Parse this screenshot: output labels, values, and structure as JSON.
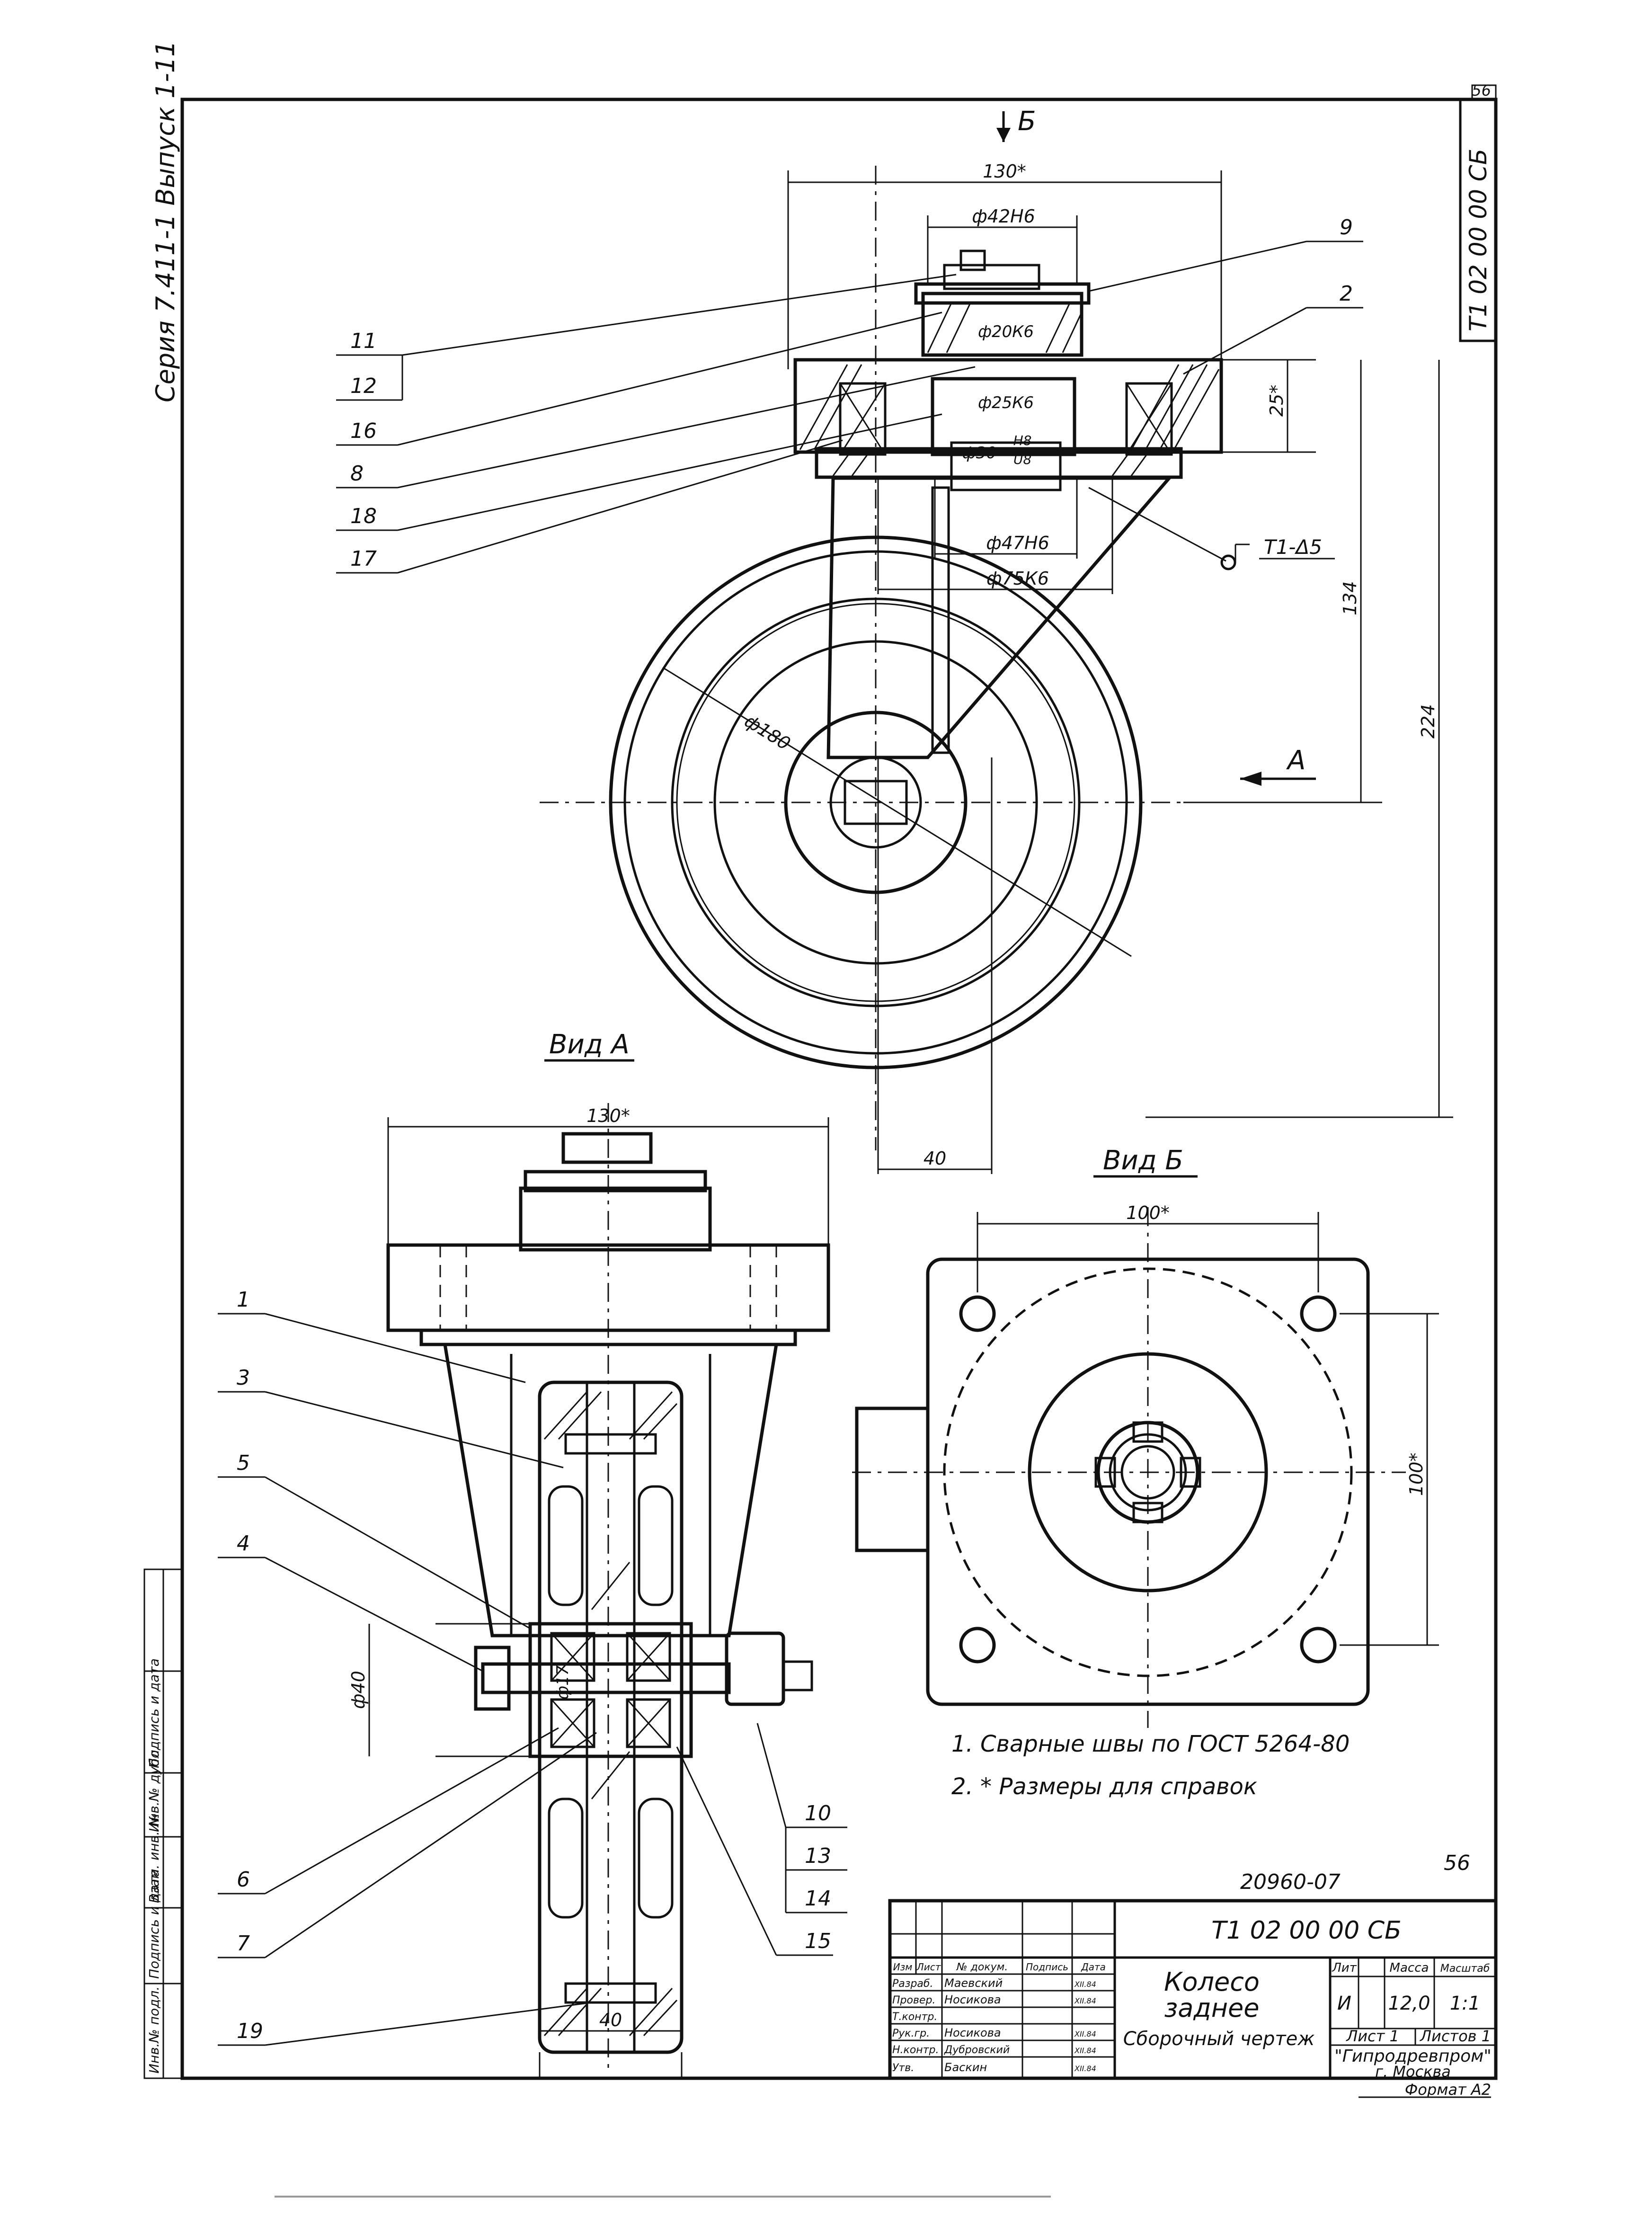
{
  "drawing": {
    "page_number": "56",
    "series": "Серия 7.411-1  Выпуск 1-11",
    "code_vertical": "Т1 02 00 00 СБ",
    "archive_number": "20960-07",
    "archive_page": "56",
    "format": "Формат А2"
  },
  "section_marks": {
    "b": "Б",
    "a": "А"
  },
  "views": {
    "view_a": "Вид А",
    "view_b": "Вид Б"
  },
  "dimensions": {
    "top_width": "130*",
    "d42": "ф42Н6",
    "d20": "ф20К6",
    "d25": "ф25К6",
    "d30": "ф30",
    "d30_fit_top": "Н8",
    "d30_fit_bottom": "U8",
    "d47": "ф47Н6",
    "d75": "ф75К6",
    "d180": "ф180",
    "h25": "25*",
    "h134": "134",
    "h224": "224",
    "w40_top": "40",
    "weld": "Т1-Δ5",
    "va_width": "130*",
    "va_d40": "ф40",
    "va_d17": "ф17",
    "va_w40": "40",
    "vb_w100": "100*",
    "vb_h100": "100*"
  },
  "callouts": [
    "1",
    "2",
    "3",
    "4",
    "5",
    "6",
    "7",
    "8",
    "9",
    "10",
    "11",
    "12",
    "13",
    "14",
    "15",
    "16",
    "17",
    "18",
    "19"
  ],
  "notes": [
    "1. Сварные швы по ГОСТ 5264-80",
    "2. * Размеры для справок"
  ],
  "title_block": {
    "designation": "Т1 02 00 00 СБ",
    "title_line1": "Колесо",
    "title_line2": "заднее",
    "doc_type": "Сборочный чертеж",
    "hdr_lit": "Лит",
    "hdr_mass": "Масса",
    "hdr_scale": "Масштаб",
    "lit": "И",
    "mass": "12,0",
    "scale": "1:1",
    "sheet": "Лист 1",
    "sheets": "Листов 1",
    "org_line1": "\"Гипродревпром\"",
    "org_line2": "г. Москва",
    "hdr_izm": "Изм",
    "hdr_list": "Лист",
    "hdr_doc": "№ докум.",
    "hdr_sign": "Подпись",
    "hdr_date": "Дата",
    "roles": [
      {
        "role": "Разраб.",
        "name": "Маевский",
        "date": "XII.84"
      },
      {
        "role": "Провер.",
        "name": "Носикова",
        "date": "XII.84"
      },
      {
        "role": "Т.контр.",
        "name": "",
        "date": ""
      },
      {
        "role": "Рук.гр.",
        "name": "Носикова",
        "date": "XII.84"
      },
      {
        "role": "Н.контр.",
        "name": "Дубровский",
        "date": "XII.84"
      },
      {
        "role": "Утв.",
        "name": "Баскин",
        "date": "XII.84"
      }
    ]
  },
  "left_stamps": [
    "Инв.№ подл.",
    "Подпись и дата",
    "Взам. инв. №",
    "Инв.№ дубл.",
    "Подпись и дата"
  ]
}
